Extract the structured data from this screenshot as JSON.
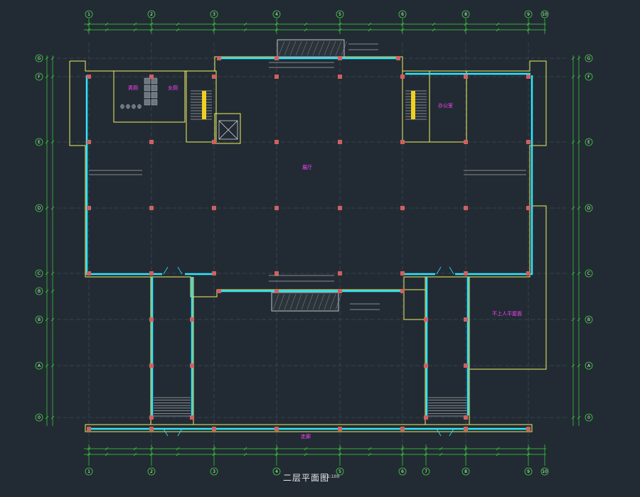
{
  "drawing": {
    "title": "二层平面图",
    "scale": "1:100"
  },
  "axes": {
    "top": [
      "1",
      "2",
      "3",
      "4",
      "5",
      "6",
      "8",
      "9",
      "10"
    ],
    "bottom": [
      "1",
      "2",
      "3",
      "4",
      "5",
      "6",
      "7",
      "8",
      "9",
      "10"
    ],
    "left": [
      "G",
      "F",
      "E",
      "D",
      "C",
      "B",
      "B",
      "A",
      "0"
    ],
    "right": [
      "G",
      "F",
      "E",
      "D",
      "C",
      "B",
      "A",
      "0"
    ]
  },
  "rooms": [
    {
      "id": "wc-1",
      "label": "男厕"
    },
    {
      "id": "wc-2",
      "label": "女厕"
    },
    {
      "id": "hall",
      "label": "展厅"
    },
    {
      "id": "office-ne",
      "label": "办公室"
    },
    {
      "id": "room-se",
      "label": "不上人平屋面"
    },
    {
      "id": "corridor",
      "label": "走廊"
    }
  ],
  "colors": {
    "background": "#222b33",
    "grid": "#3fd43f",
    "wall_cyan": "#2ee6ff",
    "outline_yellow": "#f0f060",
    "column_red": "#d06060",
    "magenta": "#ff40ff",
    "white": "#e8e8e8"
  }
}
